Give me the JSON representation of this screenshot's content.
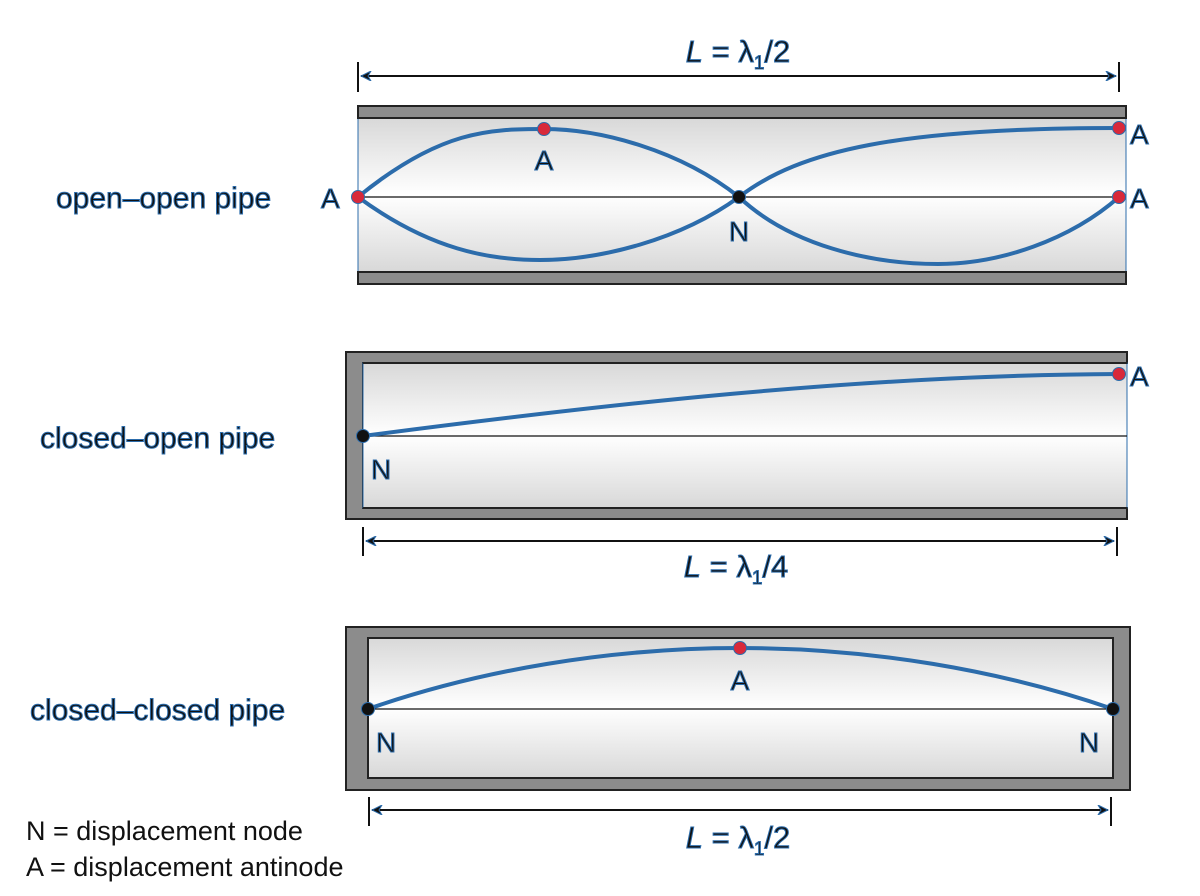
{
  "colors": {
    "wave": "#2c6cab",
    "antinode": "#d8293a",
    "node": "#111111",
    "wall": "#8c8c8c",
    "wall_outline": "#222222",
    "pipe_interior_edge": "#d8d8d8",
    "pipe_interior_center": "#ffffff"
  },
  "pipes": {
    "open_open": {
      "label": "open–open pipe",
      "dimension": {
        "prefix": "L",
        "equals": " = ",
        "lambda": "λ",
        "sub": "1",
        "suffix": "/2"
      },
      "point_labels": {
        "left_a": "A",
        "top_a": "A",
        "center_n": "N",
        "right_top_a": "A",
        "right_mid_a": "A"
      }
    },
    "closed_open": {
      "label": "closed–open pipe",
      "dimension": {
        "prefix": "L",
        "equals": " = ",
        "lambda": "λ",
        "sub": "1",
        "suffix": "/4"
      },
      "point_labels": {
        "left_n": "N",
        "right_a": "A"
      }
    },
    "closed_closed": {
      "label": "closed–closed pipe",
      "dimension": {
        "prefix": "L",
        "equals": " = ",
        "lambda": "λ",
        "sub": "1",
        "suffix": "/2"
      },
      "point_labels": {
        "left_n": "N",
        "center_a": "A",
        "right_n": "N"
      }
    }
  },
  "legend": {
    "node": "N = displacement node",
    "antinode": "A = displacement antinode"
  }
}
